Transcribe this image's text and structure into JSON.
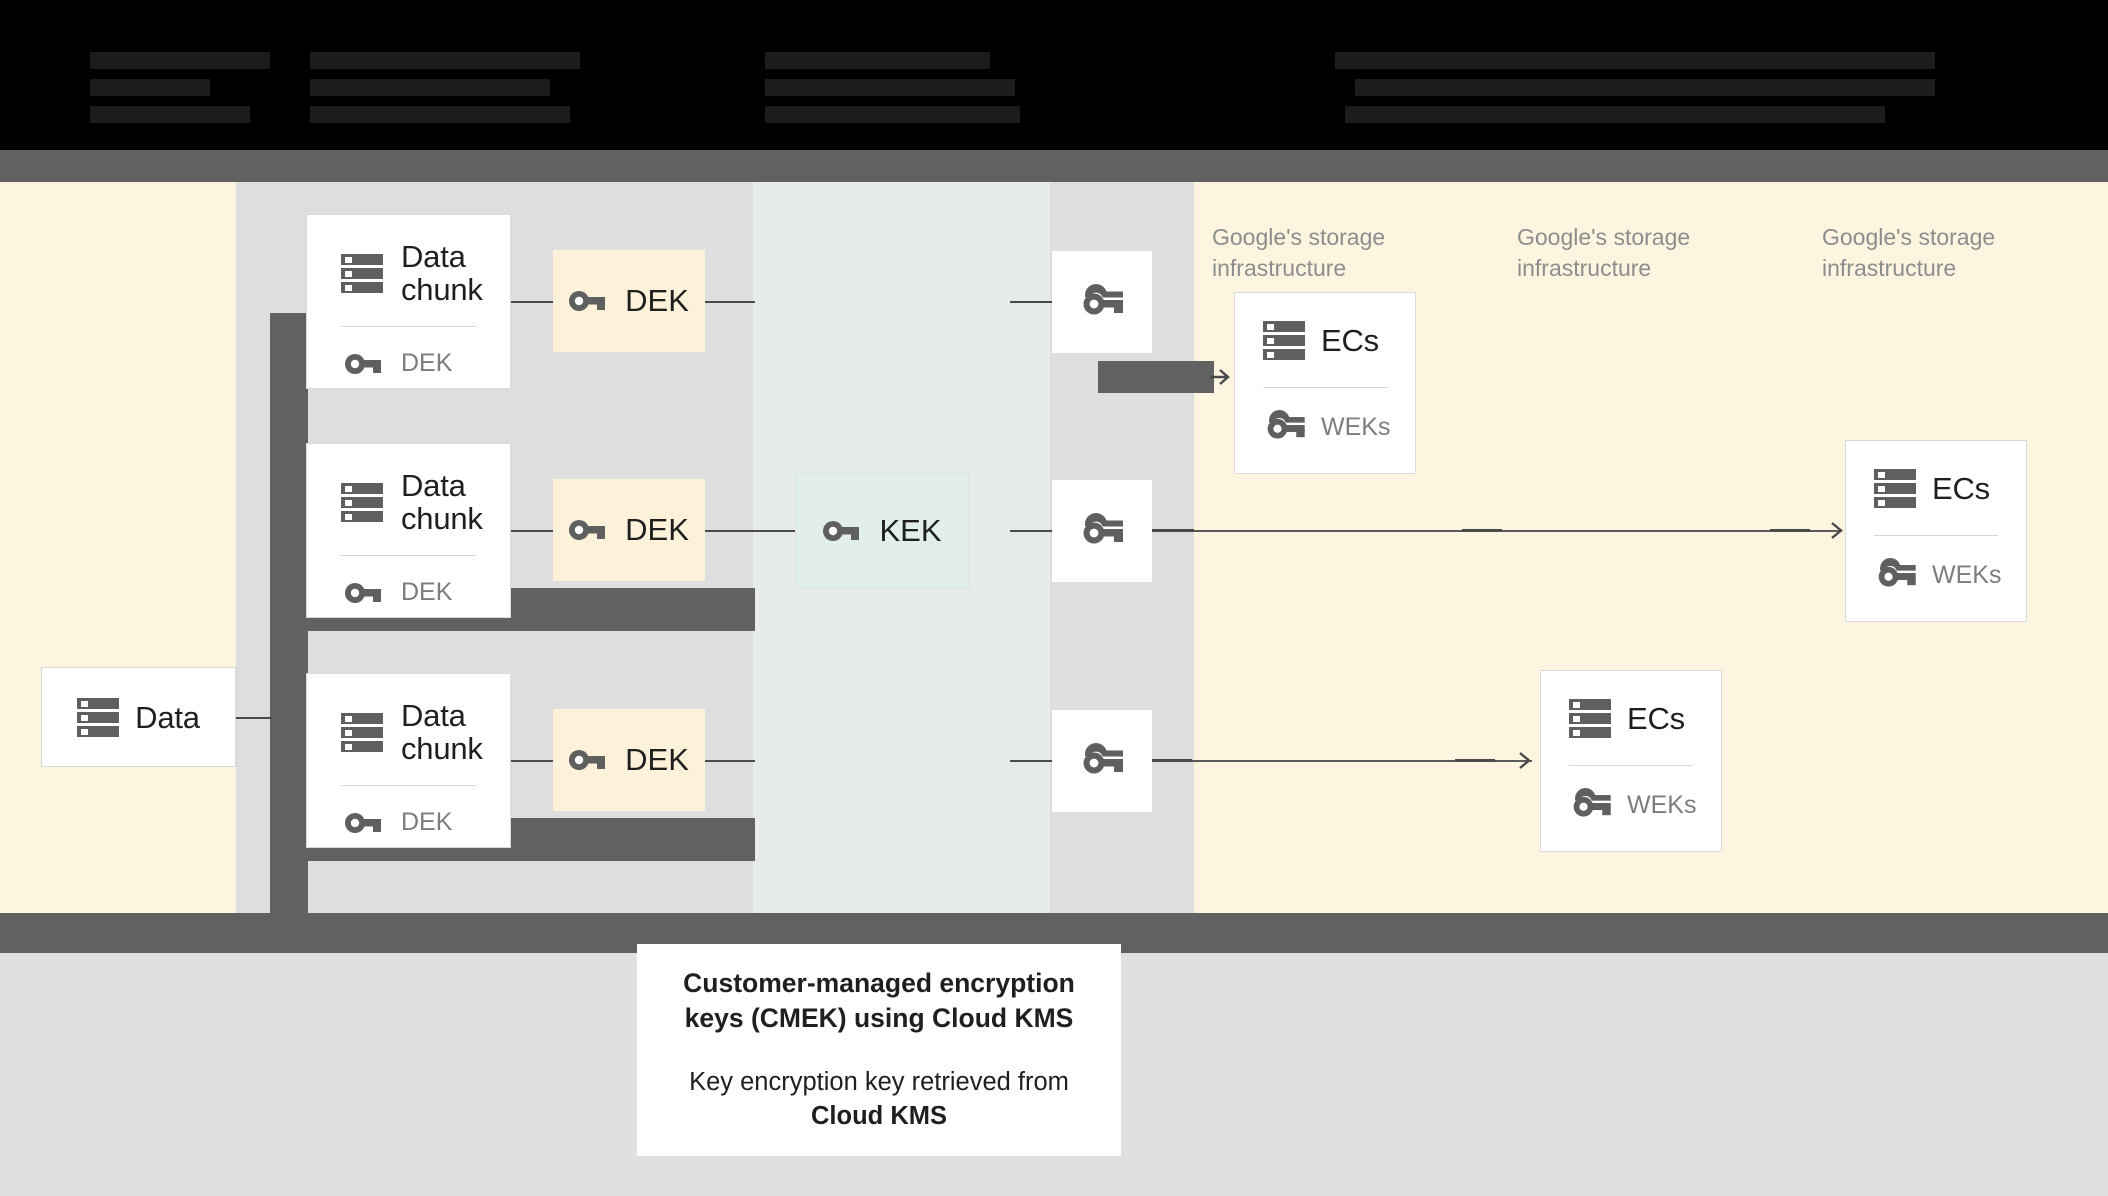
{
  "header": {
    "obscured_note": "dark illegible legend text on black banner"
  },
  "colors": {
    "page_background": "#fdf5e0",
    "middle_column": "#e7ebec",
    "chunk_backdrop": "#dedede",
    "band_dark": "#616161",
    "band_black": "#000000",
    "footer": "#e0e0e0",
    "dek_box": "#fdf2d9",
    "kek_box": "#e1efe8",
    "card": "#ffffff",
    "muted_text": "#8d8d8d",
    "body_text": "#1f1f1f"
  },
  "source": {
    "card": {
      "title": "Data",
      "icon": "server-icon"
    }
  },
  "chunks": [
    {
      "title": "Data chunk",
      "key_label": "DEK",
      "icon": "server-icon",
      "key_icon": "key-icon"
    },
    {
      "title": "Data chunk",
      "key_label": "DEK",
      "icon": "server-icon",
      "key_icon": "key-icon"
    },
    {
      "title": "Data chunk",
      "key_label": "DEK",
      "icon": "server-icon",
      "key_icon": "key-icon"
    }
  ],
  "dek_boxes": [
    {
      "label": "DEK",
      "icon": "key-icon"
    },
    {
      "label": "DEK",
      "icon": "key-icon"
    },
    {
      "label": "DEK",
      "icon": "key-icon"
    }
  ],
  "kek": {
    "label": "KEK",
    "icon": "key-icon"
  },
  "wrapped_keys": [
    {
      "icon": "wrapped-key-icon"
    },
    {
      "icon": "wrapped-key-icon"
    },
    {
      "icon": "wrapped-key-icon"
    }
  ],
  "infra_labels": [
    "Google's storage infrastructure",
    "Google's storage infrastructure",
    "Google's storage infrastructure"
  ],
  "ec_cards": [
    {
      "title": "ECs",
      "key_label": "WEKs",
      "icon": "server-icon",
      "key_icon": "wrapped-key-icon"
    },
    {
      "title": "ECs",
      "key_label": "WEKs",
      "icon": "server-icon",
      "key_icon": "wrapped-key-icon"
    },
    {
      "title": "ECs",
      "key_label": "WEKs",
      "icon": "server-icon",
      "key_icon": "wrapped-key-icon"
    }
  ],
  "caption": {
    "line1": "Customer-managed encryption keys (CMEK) using Cloud KMS",
    "line2_prefix": "Key encryption key retrieved from ",
    "line2_strong": "Cloud KMS"
  }
}
